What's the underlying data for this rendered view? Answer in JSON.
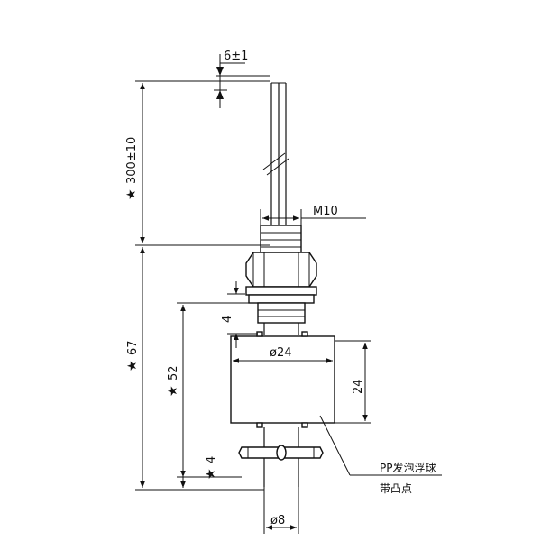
{
  "dimensions": {
    "lead_spacing": "6±1",
    "lead_length": "300±10",
    "thread": "M10",
    "total_length": "67",
    "float_position": "52",
    "flange_offset": "4",
    "float_diameter": "ø24",
    "float_height": "24",
    "bottom_offset": "4",
    "stem_diameter": "ø8"
  },
  "markers": {
    "critical_symbol": "★"
  },
  "callout": {
    "material_line1": "PP发泡浮球",
    "material_line2": "带凸点"
  }
}
